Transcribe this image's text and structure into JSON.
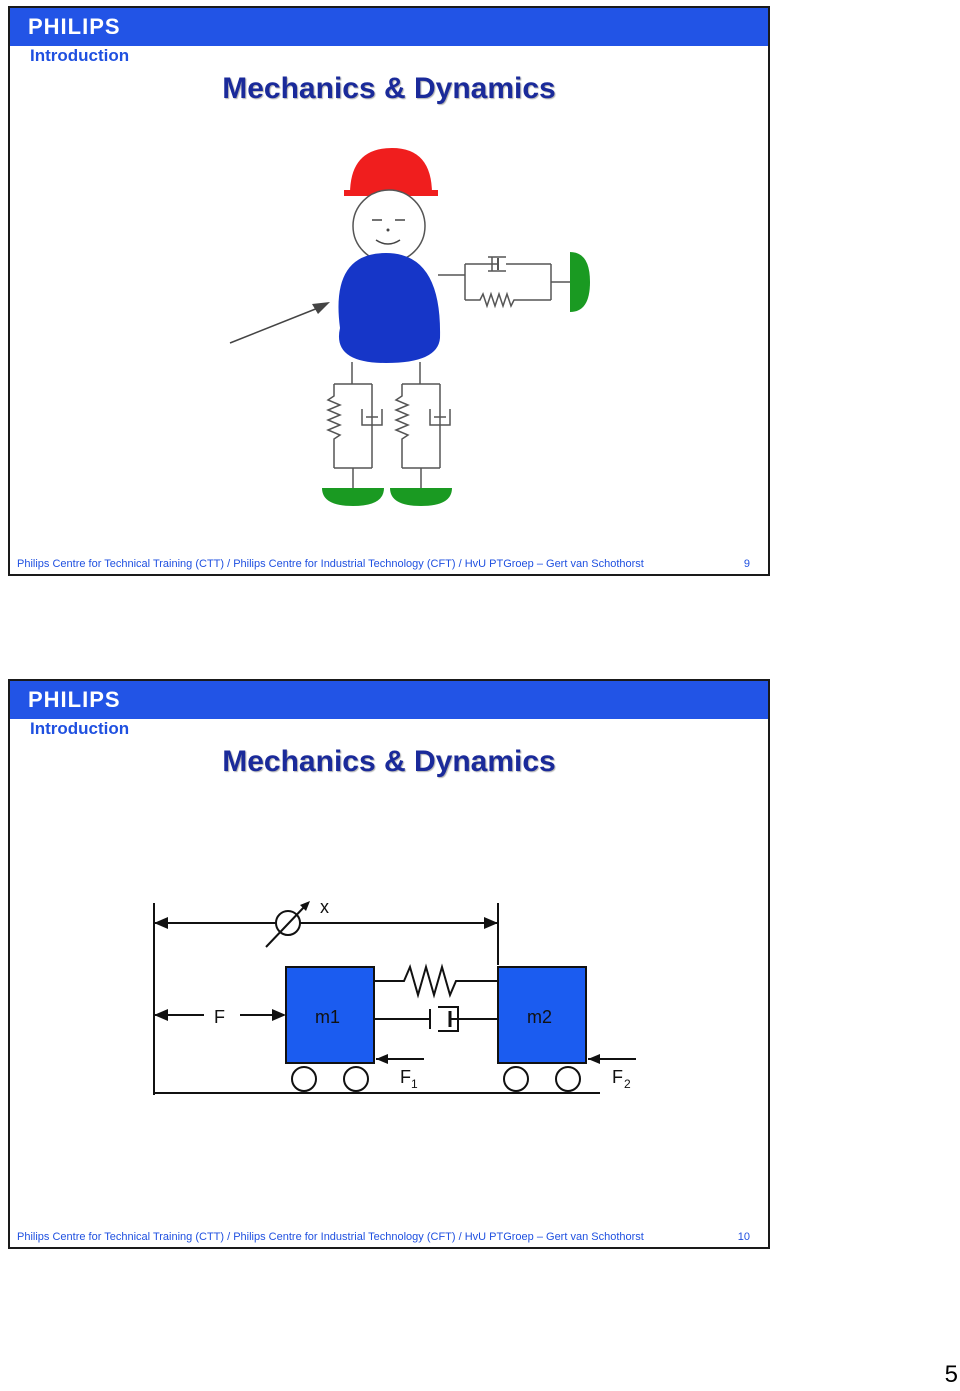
{
  "slides": [
    {
      "logo": "PHILIPS",
      "section": "Introduction",
      "title": "Mechanics & Dynamics",
      "footer": "Philips Centre for Technical Training (CTT) / Philips Centre for Industrial Technology (CFT) / HvU PTGroep – Gert van Schothorst",
      "page": "9"
    },
    {
      "logo": "PHILIPS",
      "section": "Introduction",
      "title": "Mechanics & Dynamics",
      "footer": "Philips Centre for Technical Training (CTT) / Philips Centre for Industrial Technology (CFT) / HvU PTGroep – Gert van Schothorst",
      "page": "10",
      "diagram": {
        "x_label": "x",
        "force_label": "F",
        "mass1": "m1",
        "mass2": "m2",
        "f1_main": "F",
        "f1_sub": "1",
        "f2_main": "F",
        "f2_sub": "2"
      }
    }
  ],
  "document_page_number": "5",
  "colors": {
    "header_blue": "#2254e6",
    "mass_blue": "#1b5cf0",
    "body_blue": "#1636c8",
    "helmet_red": "#f01e1e",
    "ground_green": "#1a9a22"
  }
}
